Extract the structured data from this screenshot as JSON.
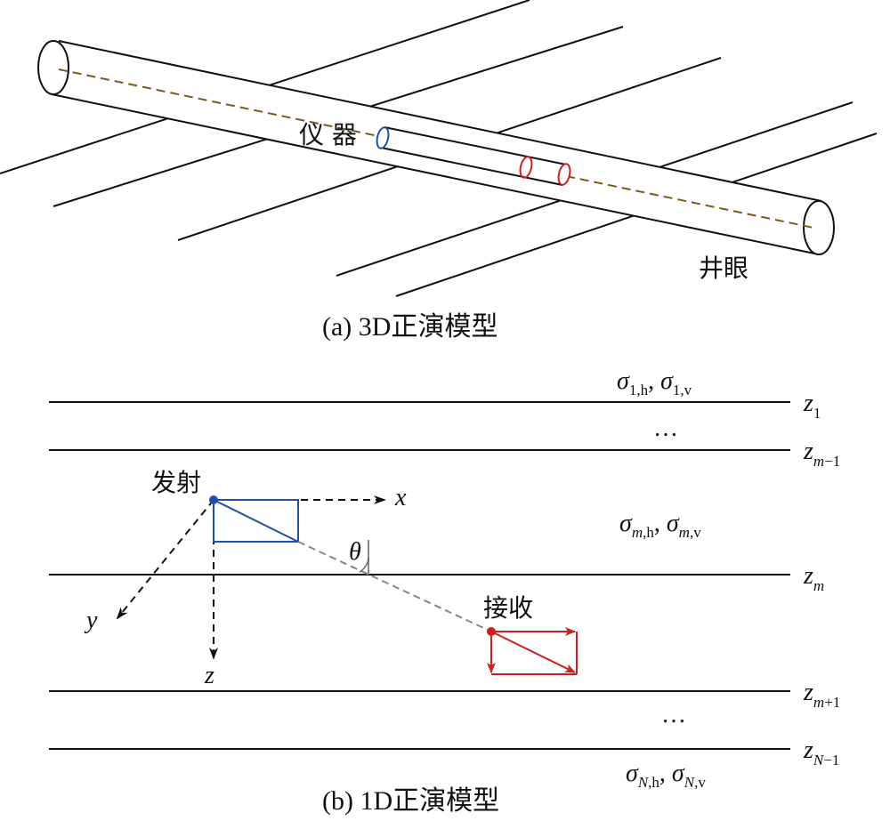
{
  "panel_a": {
    "caption": "(a) 3D正演模型",
    "instrument_label": "仪 器",
    "borehole_label": "井眼"
  },
  "panel_b": {
    "caption": "(b) 1D正演模型",
    "transmitter_label": "发射",
    "receiver_label": "接收",
    "axis_x": "x",
    "axis_y": "y",
    "axis_z": "z",
    "angle_label": "θ",
    "ellipsis_top": "…",
    "ellipsis_bottom": "…",
    "conductivity_top": {
      "sigma": "σ",
      "h_sub": "1,h",
      "sep": ", ",
      "v_sub": "1,v"
    },
    "conductivity_mid": {
      "sigma": "σ",
      "h_sub_i": "m",
      "h_sub": ",h",
      "sep": ", ",
      "v_sub_i": "m",
      "v_sub": ",v"
    },
    "conductivity_bottom": {
      "sigma": "σ",
      "h_sub_i": "N",
      "h_sub": ",h",
      "sep": ", ",
      "v_sub_i": "N",
      "v_sub": ",v"
    },
    "boundaries": [
      {
        "z": "z",
        "sub": "1",
        "sub_italic": ""
      },
      {
        "z": "z",
        "sub": "−1",
        "sub_italic": "m"
      },
      {
        "z": "z",
        "sub": "",
        "sub_italic": "m"
      },
      {
        "z": "z",
        "sub": "+1",
        "sub_italic": "m"
      },
      {
        "z": "z",
        "sub": "−1",
        "sub_italic": "N"
      }
    ]
  },
  "colors": {
    "transmitter": "#1f4fa8",
    "receiver": "#cc1f1f",
    "axis_line": "#7a5a1a",
    "ray": "#888888",
    "stroke": "#111111"
  }
}
